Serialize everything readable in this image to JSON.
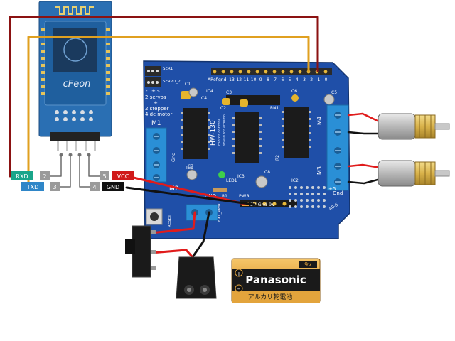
{
  "bt_module": {
    "brand": "cFeon",
    "pins": [
      {
        "num": "2",
        "label": "RXD",
        "color": "#1aa58a"
      },
      {
        "num": "3",
        "label": "TXD",
        "color": "#2f86c8"
      },
      {
        "num": "4",
        "label": "GND",
        "color": "#111111"
      },
      {
        "num": "5",
        "label": "VCC",
        "color": "#d01a1a"
      }
    ]
  },
  "shield": {
    "model": "HW-130",
    "subtitle": "motor control",
    "subtitle2": "shield for arduino",
    "servo1": "SER1",
    "servo2": "SERVO_2",
    "plus": "+",
    "minus": "-",
    "s": "s",
    "note1": "2 servos",
    "note2": "+",
    "note3": "2 stepper",
    "note4": "4 dc motor",
    "aref": "ARef",
    "gnd_top": "gnd",
    "pin_numbers": [
      "13",
      "12",
      "11",
      "10",
      "9",
      "8",
      "7",
      "6",
      "5",
      "4",
      "3",
      "2",
      "1",
      "0"
    ],
    "m1": "M1",
    "m2": "M2",
    "m3": "M3",
    "m4": "M4",
    "gnd_m1": "Gnd",
    "gnd_m": "Gnd",
    "gnd_r": "Gnd",
    "c1": "C1",
    "c2": "C2",
    "c3": "C3",
    "c4": "C4",
    "c5": "C5",
    "c6": "C6",
    "c7": "C7",
    "c8": "C8",
    "ic1": "IC1",
    "ic2": "IC2",
    "ic3": "IC3",
    "ic4": "IC4",
    "rn1": "RN1",
    "r1": "R1",
    "r2": "R2",
    "led1": "LED1",
    "pwr": "PWR",
    "power_labels": "5V Gnd 9V",
    "gnd_label": "GND",
    "reset": "RESET",
    "ext": "EXT_PWR",
    "plus5": "+5",
    "a05": "A0-5"
  },
  "battery": {
    "brand": "Panasonic",
    "sub": "アルカリ乾電池",
    "voltage": "9v"
  },
  "colors": {
    "board": "#1f4fa8",
    "bt_board": "#2a6fb3",
    "wire_red": "#e01b1b",
    "wire_darkred": "#8b1212",
    "wire_orange": "#e0a020",
    "wire_black": "#111111",
    "terminal": "#2a8fd6"
  }
}
